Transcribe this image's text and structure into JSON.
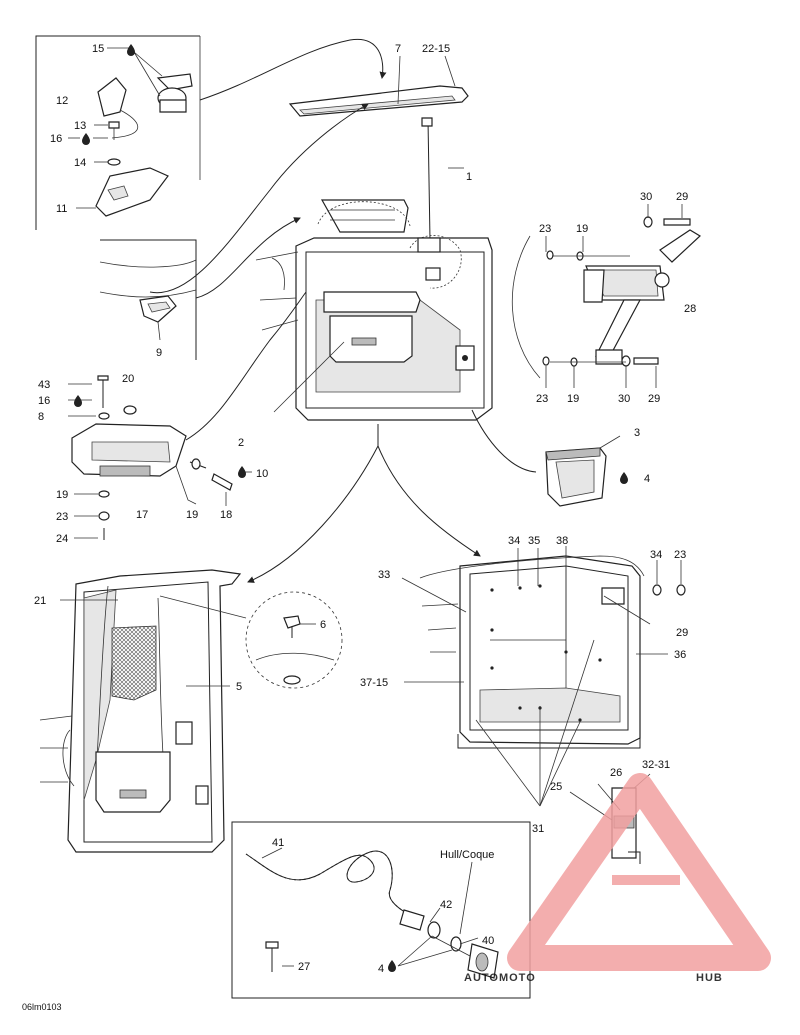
{
  "callouts": [
    {
      "id": "15",
      "text": "15"
    },
    {
      "id": "7",
      "text": "7"
    },
    {
      "id": "22-15",
      "text": "22-15"
    },
    {
      "id": "12",
      "text": "12"
    },
    {
      "id": "13",
      "text": "13"
    },
    {
      "id": "16a",
      "text": "16"
    },
    {
      "id": "14",
      "text": "14"
    },
    {
      "id": "11",
      "text": "11"
    },
    {
      "id": "1",
      "text": "1"
    },
    {
      "id": "30a",
      "text": "30"
    },
    {
      "id": "29a",
      "text": "29"
    },
    {
      "id": "23a",
      "text": "23"
    },
    {
      "id": "19a",
      "text": "19"
    },
    {
      "id": "28",
      "text": "28"
    },
    {
      "id": "9",
      "text": "9"
    },
    {
      "id": "43",
      "text": "43"
    },
    {
      "id": "20",
      "text": "20"
    },
    {
      "id": "16b",
      "text": "16"
    },
    {
      "id": "8",
      "text": "8"
    },
    {
      "id": "23b",
      "text": "23"
    },
    {
      "id": "19b",
      "text": "19"
    },
    {
      "id": "30b",
      "text": "30"
    },
    {
      "id": "29b",
      "text": "29"
    },
    {
      "id": "2",
      "text": "2"
    },
    {
      "id": "10",
      "text": "10"
    },
    {
      "id": "3",
      "text": "3"
    },
    {
      "id": "4a",
      "text": "4"
    },
    {
      "id": "19c",
      "text": "19"
    },
    {
      "id": "17",
      "text": "17"
    },
    {
      "id": "19d",
      "text": "19"
    },
    {
      "id": "18",
      "text": "18"
    },
    {
      "id": "23c",
      "text": "23"
    },
    {
      "id": "24",
      "text": "24"
    },
    {
      "id": "34a",
      "text": "34"
    },
    {
      "id": "35",
      "text": "35"
    },
    {
      "id": "38",
      "text": "38"
    },
    {
      "id": "34b",
      "text": "34"
    },
    {
      "id": "23d",
      "text": "23"
    },
    {
      "id": "33",
      "text": "33"
    },
    {
      "id": "21",
      "text": "21"
    },
    {
      "id": "6",
      "text": "6"
    },
    {
      "id": "29c",
      "text": "29"
    },
    {
      "id": "36",
      "text": "36"
    },
    {
      "id": "5",
      "text": "5"
    },
    {
      "id": "37-15",
      "text": "37-15"
    },
    {
      "id": "32-31",
      "text": "32-31"
    },
    {
      "id": "26",
      "text": "26"
    },
    {
      "id": "25",
      "text": "25"
    },
    {
      "id": "31",
      "text": "31"
    },
    {
      "id": "41",
      "text": "41"
    },
    {
      "id": "hull",
      "text": "Hull/Coque"
    },
    {
      "id": "42",
      "text": "42"
    },
    {
      "id": "40",
      "text": "40"
    },
    {
      "id": "27",
      "text": "27"
    },
    {
      "id": "4b",
      "text": "4"
    }
  ],
  "figure_code": "06lm0103",
  "watermark": {
    "part1": "AUTOMOTO",
    "part2": "HUB",
    "color_primary": "#f08080",
    "color_secondary": "#c8c8c8"
  }
}
